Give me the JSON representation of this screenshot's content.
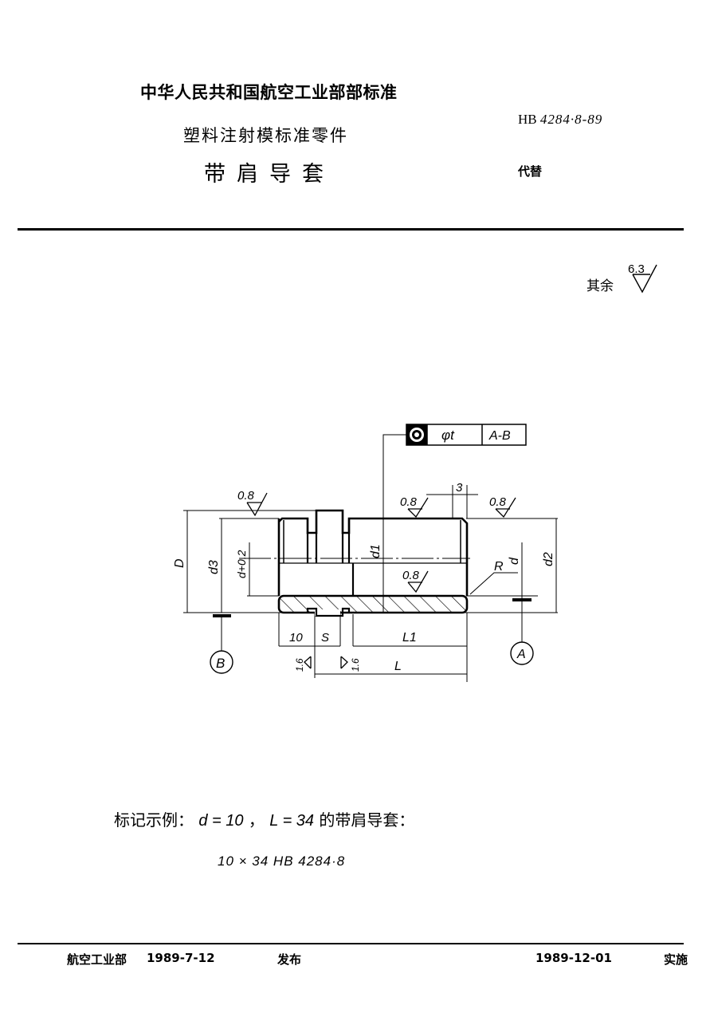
{
  "header": {
    "organization": "中华人民共和国航空工业部部标准",
    "subtitle": "塑料注射模标准零件",
    "title": "带肩导套",
    "standard_prefix": "HB",
    "standard_number": "4284·8-89",
    "replaces_label": "代替"
  },
  "roughness_note": {
    "label": "其余",
    "value": "6.3"
  },
  "drawing": {
    "tolerance_frame": {
      "symbol": "concentricity-icon",
      "value": "φt",
      "datum": "A-B"
    },
    "roughness_marks": [
      "0.8",
      "0.8",
      "0.8",
      "0.8",
      "1.6",
      "1.6"
    ],
    "dimensions": {
      "D": "D",
      "d3": "d3",
      "d_tol": "d+0.2",
      "d1": "d1",
      "d": "d",
      "d2": "d2",
      "R": "R",
      "chamfer_len": "3",
      "shoulder_len": "10",
      "S": "S",
      "L1": "L1",
      "L": "L"
    },
    "datums": {
      "A": "A",
      "B": "B"
    }
  },
  "example": {
    "label": "标记示例：",
    "condition_d": "d = 10",
    "separator": "，",
    "condition_L": "L = 34",
    "suffix": "的带肩导套：",
    "marking": "10 × 34   HB 4284·8"
  },
  "footer": {
    "issuer": "航空工业部",
    "issue_date": "1989-7-12",
    "issue_label": "发布",
    "effective_date": "1989-12-01",
    "effective_label": "实施"
  }
}
